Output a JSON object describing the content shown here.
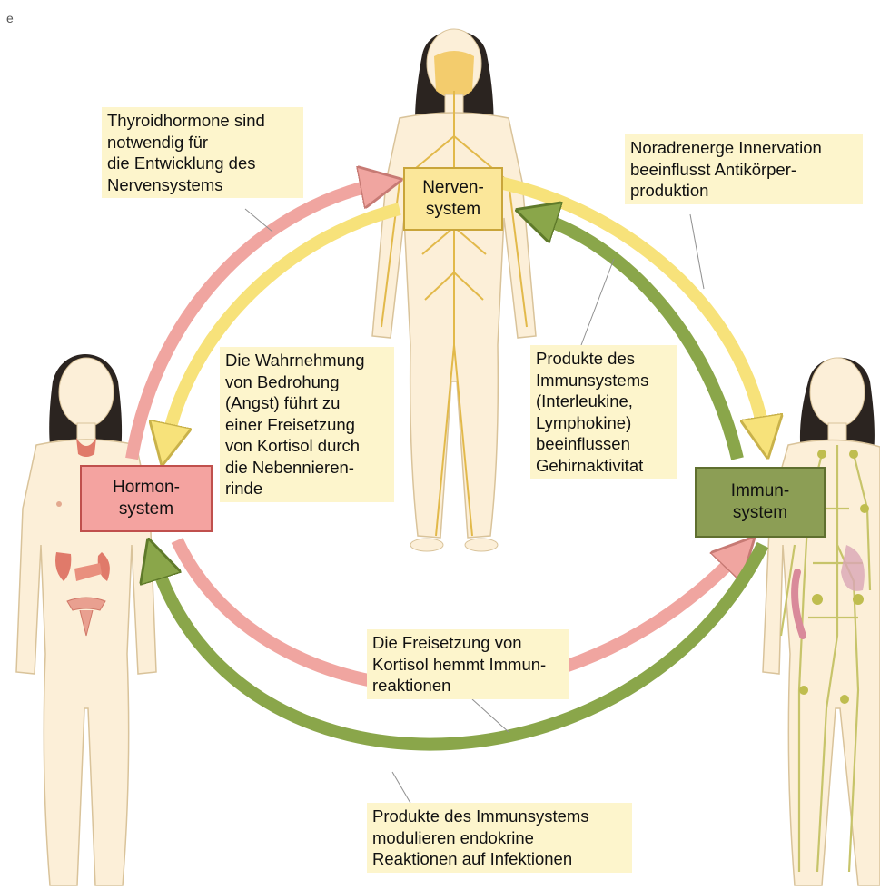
{
  "corner_mark": "e",
  "systems": {
    "nerven": {
      "lines": [
        "Nerven-",
        "system"
      ],
      "fill": "#fbe79a",
      "border": "#c9a53a"
    },
    "hormon": {
      "lines": [
        "Hormon-",
        "system"
      ],
      "fill": "#f4a3a0",
      "border": "#c0504d"
    },
    "immun": {
      "lines": [
        "Immun-",
        "system"
      ],
      "fill": "#8c9e55",
      "border": "#5f6f2f"
    }
  },
  "notes": {
    "thyroid": [
      "Thyroidhormone sind",
      "notwendig für",
      "die Entwicklung des",
      "Nervensystems"
    ],
    "noradrenerg": [
      "Noradrenerge Innervation",
      "beeinflusst  Antikörper-",
      "produktion"
    ],
    "wahrnehmung": [
      "Die Wahrnehmung",
      "von Bedrohung",
      "(Angst) führt zu",
      "einer Freisetzung",
      "von Kortisol durch",
      "die Nebennieren-",
      "rinde"
    ],
    "produkte_gehirn": [
      "Produkte des",
      "Immunsystems",
      "(Interleukine,",
      "Lymphokine)",
      "beeinflussen",
      "Gehirnaktivitat"
    ],
    "kortisol": [
      "Die Freisetzung von",
      "Kortisol hemmt Immun-",
      "reaktionen"
    ],
    "produkte_endokrin": [
      "Produkte des Immunsystems",
      "modulieren endokrine",
      "Reaktionen auf Infektionen"
    ]
  },
  "colors": {
    "red_arrow": "#f0a5a0",
    "yellow_arrow": "#f7e27a",
    "green_arrow": "#8aa64a",
    "note_bg": "#fdf5cc",
    "figure_fill": "#fcefd8",
    "figure_line": "#d9c39a",
    "hair": "#2b2420",
    "nerve": "#e2b94a",
    "organ": "#e07a6a",
    "lymph": "#c7c46a"
  },
  "icons": [
    "female-figure-nervous-icon",
    "female-figure-hormonal-icon",
    "figure-lymphatic-icon"
  ]
}
